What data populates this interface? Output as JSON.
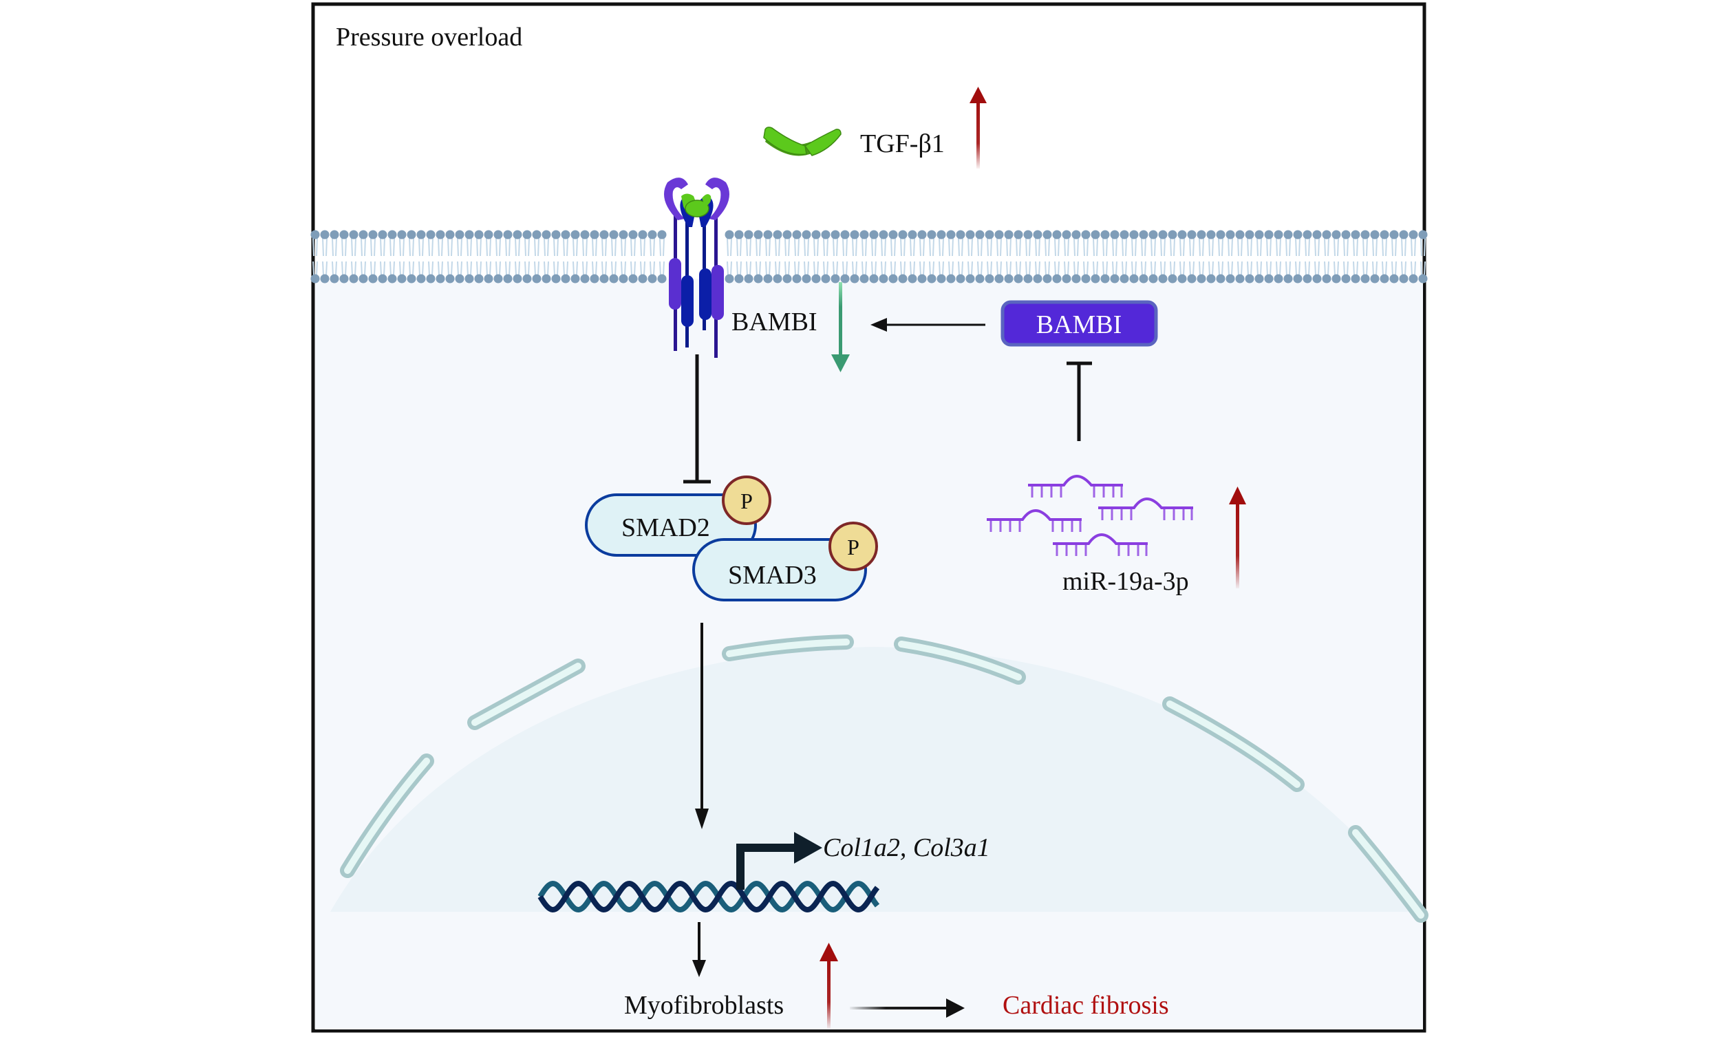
{
  "diagram": {
    "context_label": "Pressure overload",
    "ligand": {
      "label": "TGF-β1",
      "regulation": "up",
      "icon": "tgf-beta1-dimer-icon"
    },
    "receptor": {
      "label": "BAMBI",
      "regulation": "down",
      "icon": "tgf-beta-receptor-complex-icon"
    },
    "bambi_box": {
      "label": "BAMBI"
    },
    "mirna": {
      "label": "miR-19a-3p",
      "regulation": "up",
      "icon": "mirna-strands-icon"
    },
    "smads": [
      {
        "label": "SMAD2",
        "phospho_label": "P"
      },
      {
        "label": "SMAD3",
        "phospho_label": "P"
      }
    ],
    "genes": {
      "label": "Col1a2, Col3a1",
      "icon": "dna-double-helix-icon"
    },
    "cell_type": {
      "label": "Myofibroblasts",
      "regulation": "up"
    },
    "outcome": {
      "label": "Cardiac fibrosis"
    },
    "edges": [
      {
        "from": "TGF-β1",
        "to": "BAMBI (receptor)",
        "type": "binding"
      },
      {
        "from": "BAMBI (box)",
        "to": "BAMBI (receptor)",
        "type": "activation"
      },
      {
        "from": "miR-19a-3p",
        "to": "BAMBI (box)",
        "type": "inhibition"
      },
      {
        "from": "BAMBI (receptor)",
        "to": "SMAD2/SMAD3",
        "type": "inhibition"
      },
      {
        "from": "SMAD2/SMAD3",
        "to": "Col1a2, Col3a1",
        "type": "activation"
      },
      {
        "from": "Col1a2, Col3a1",
        "to": "Myofibroblasts",
        "type": "activation"
      },
      {
        "from": "Myofibroblasts",
        "to": "Cardiac fibrosis",
        "type": "activation"
      }
    ],
    "colors": {
      "frame": "#111111",
      "cytoplasm": "#f5f8fc",
      "nucleus": "#ebf3f8",
      "nuclear_envelope": "#a8c8ca",
      "nuclear_envelope_fill": "#e6f7f5",
      "lipid_head": "#7f9db8",
      "lipid_tail": "#c3d8e8",
      "up_arrow": "#a10d0d",
      "down_arrow": "#3a9a72",
      "bambi_box": "#5328d8",
      "bambi_box_border": "#5a64c0",
      "mirna": "#8a3ee0",
      "smad_fill": "#dff2f6",
      "smad_stroke": "#0b3c9e",
      "phospho_fill": "#efdc96",
      "phospho_stroke": "#7e2727",
      "dna_strand_a": "#0a2452",
      "dna_strand_b": "#1a5e7a",
      "outcome_text": "#b01010",
      "ligand": "#5cc91c"
    }
  }
}
